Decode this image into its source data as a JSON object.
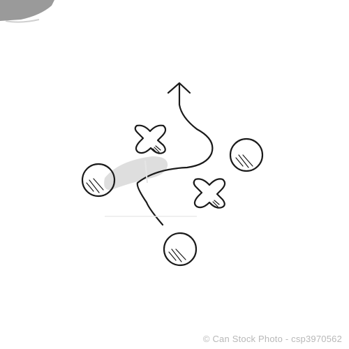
{
  "image": {
    "background_color": "#ffffff",
    "ink_color": "#1a1a1a",
    "watermark_color": "#c8c8c8"
  },
  "sketch": {
    "subject": "football tactics play diagram",
    "elements": [
      "x-marker",
      "x-marker",
      "o-marker",
      "o-marker",
      "o-marker",
      "play-route-arrow"
    ]
  },
  "watermark": {
    "text": "© Can Stock Photo - csp3970562"
  }
}
